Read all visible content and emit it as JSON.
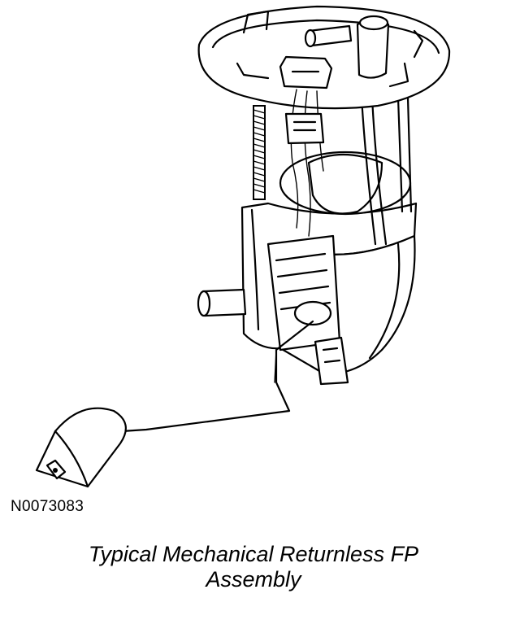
{
  "figure": {
    "reference_code": "N0073083",
    "caption_line1": "Typical Mechanical Returnless FP",
    "caption_line2": "Assembly"
  },
  "colors": {
    "ink": "#000000",
    "background": "#ffffff"
  }
}
